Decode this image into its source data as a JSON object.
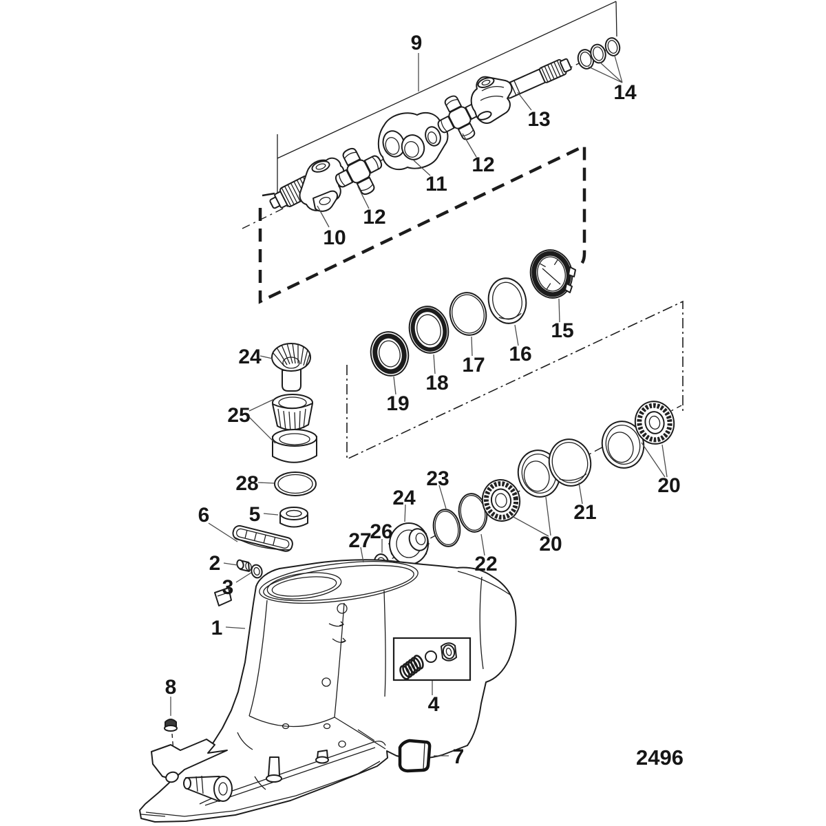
{
  "diagram": {
    "drawing_number": "2496",
    "callouts": {
      "c1": "1",
      "c2": "2",
      "c3": "3",
      "c4": "4",
      "c5": "5",
      "c6": "6",
      "c7": "7",
      "c8": "8",
      "c9": "9",
      "c10": "10",
      "c11": "11",
      "c12a": "12",
      "c12b": "12",
      "c13": "13",
      "c14": "14",
      "c15": "15",
      "c16": "16",
      "c17": "17",
      "c18": "18",
      "c19": "19",
      "c20a": "20",
      "c20b": "20",
      "c21": "21",
      "c22": "22",
      "c23": "23",
      "c24a": "24",
      "c24b": "24",
      "c25": "25",
      "c26": "26",
      "c27": "27",
      "c28": "28"
    }
  }
}
